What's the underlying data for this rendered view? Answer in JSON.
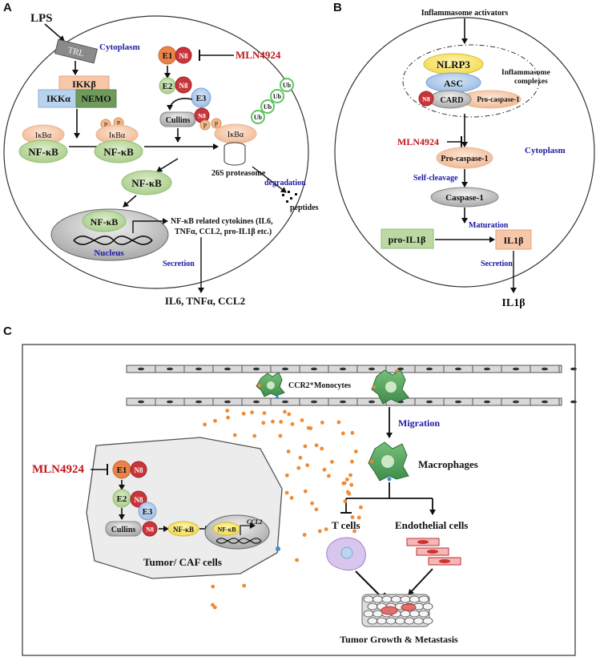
{
  "panelA": {
    "letter": "A",
    "lps": "LPS",
    "trl": "TRL",
    "cytoplasm": "Cytoplasm",
    "ikkb": "IKKβ",
    "ikka": "IKKα",
    "nemo": "NEMO",
    "ikba": "IκBα",
    "nfkb": "NF-κB",
    "p": "P",
    "e1": "E1",
    "n8": "N8",
    "e2": "E2",
    "e3": "E3",
    "cullins": "Cullins",
    "mln": "MLN4924",
    "ub": "Ub",
    "proteasome": "26S proteasome",
    "degradation": "degradation",
    "peptides": "peptides",
    "nucleus": "Nucleus",
    "related_line1": "NF-κB related cytokines (IL6,",
    "related_line2": "TNFα, CCL2, pro-IL1β etc.)",
    "secretion": "Secretion",
    "output": "IL6, TNFα, CCL2"
  },
  "panelB": {
    "letter": "B",
    "activators": "Inflammasome activators",
    "nlrp3": "NLRP3",
    "asc": "ASC",
    "complex_line1": "Inflammasome",
    "complex_line2": "complexes",
    "n8": "N8",
    "card": "CARD",
    "procasp_small": "Pro-caspase-1",
    "mln": "MLN4924",
    "cytoplasm": "Cytoplasm",
    "procasp": "Pro-caspase-1",
    "selfcleavage": "Self-cleavage",
    "casp": "Caspase-1",
    "maturation": "Maturation",
    "proil1b": "pro-IL1β",
    "il1b": "IL1β",
    "secretion": "Secretion",
    "output": "IL1β"
  },
  "panelC": {
    "letter": "C",
    "monocytes": "CCR2⁺Monocytes",
    "migration": "Migration",
    "macrophages": "Macrophages",
    "mln": "MLN4924",
    "e1": "E1",
    "n8": "N8",
    "e2": "E2",
    "e3": "E3",
    "cullins": "Cullins",
    "nfkb": "NF-κB",
    "ccl2": "CCL2",
    "tumor_caf": "Tumor/ CAF cells",
    "tcells": "T cells",
    "endothelial": "Endothelial cells",
    "growth": "Tumor Growth & Metastasis"
  },
  "colors": {
    "red_text": "#c0171d",
    "blue_text": "#1a1aa6",
    "e1_orange": "#e8834a",
    "n8_red": "#c8353a",
    "green_node": "#bcd9a3",
    "ikk_peach": "#f6c7a8",
    "ikka_blue": "#b9d3ee",
    "nemo_green": "#6f9a5c",
    "dot_orange": "#f08a35"
  }
}
